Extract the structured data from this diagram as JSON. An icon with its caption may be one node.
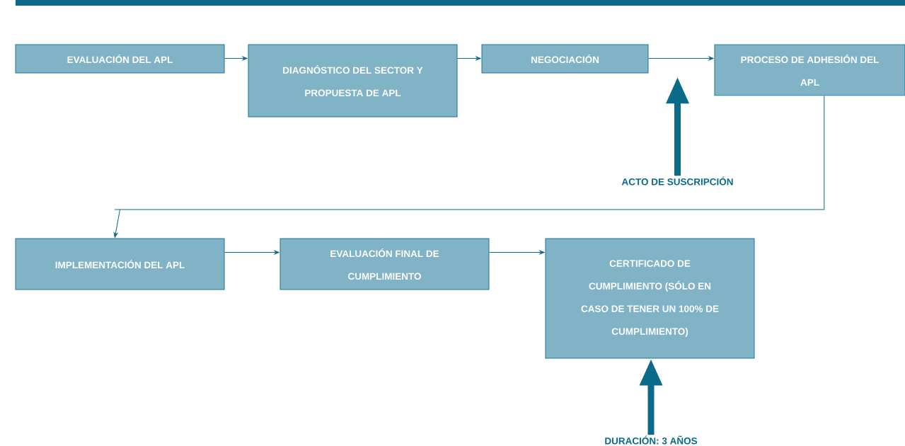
{
  "diagram": {
    "nodes": [
      {
        "text": [
          "EVALUACIÓN DEL APL"
        ]
      },
      {
        "text": [
          "DIAGNÓSTICO DEL SECTOR Y PROPUESTA DE APL"
        ]
      },
      {
        "text": [
          "NEGOCIACIÓN"
        ]
      },
      {
        "text": [
          "PROCESO DE ADHESIÓN DEL APL"
        ]
      },
      {
        "text": [
          "ACTO DE SUSCRIPCIÓN"
        ]
      },
      {
        "text": [
          "IMPLEMENTACIÓN DEL APL"
        ]
      },
      {
        "text": [
          "EVALUACIÓN FINAL DE CUMPLIMIENTO"
        ]
      },
      {
        "text": [
          "CERTIFICADO DE CUMPLIMIENTO (SÓLO EN CASO DE TENER UN 100% DE CUMPLIMIENTO)"
        ]
      },
      {
        "text": [
          "DURACIÓN: 3 AÑOS"
        ]
      }
    ],
    "edges": [
      {
        "from": 0,
        "to": 1,
        "arrow": "to"
      },
      {
        "from": 1,
        "to": 2,
        "arrow": "to"
      },
      {
        "from": 2,
        "to": 3,
        "arrow": "to"
      },
      {
        "from": 3,
        "to": 5,
        "arrow": "to"
      },
      {
        "from": 5,
        "to": 6,
        "arrow": "to"
      },
      {
        "from": 6,
        "to": 7,
        "arrow": "to"
      },
      {
        "from": 4,
        "to": null,
        "arrow": "to",
        "style": "thick"
      },
      {
        "from": 8,
        "to": 7,
        "arrow": "to",
        "style": "thick"
      }
    ]
  }
}
